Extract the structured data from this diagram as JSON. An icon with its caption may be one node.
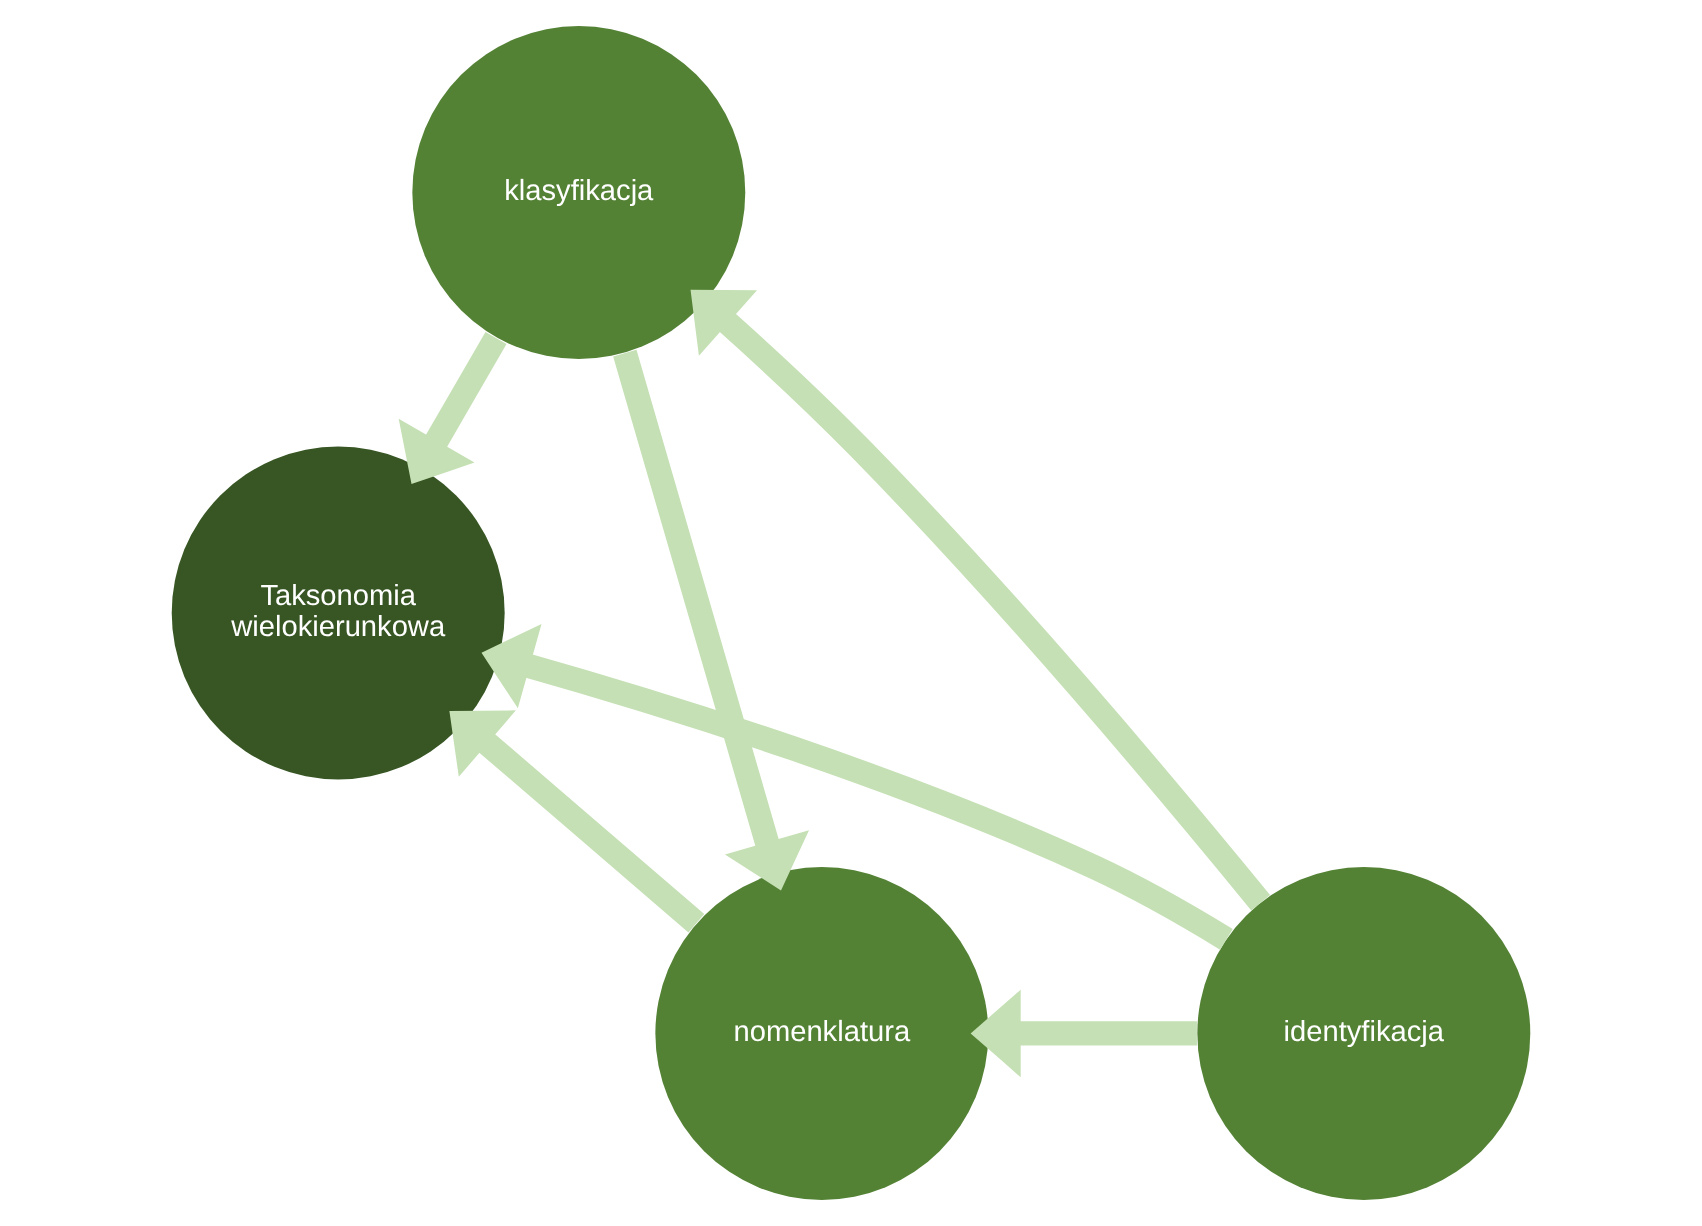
{
  "diagram": {
    "nodes": [
      {
        "text": [
          "klasyfikacja"
        ]
      },
      {
        "text": [
          "Taksonomia wielokierunkowa"
        ]
      },
      {
        "text": [
          "nomenklatura"
        ]
      },
      {
        "text": [
          "identyfikacja"
        ]
      }
    ],
    "edges": [
      {
        "from": 0,
        "to": 2,
        "arrow": "to"
      },
      {
        "from": 3,
        "to": 2,
        "arrow": "to"
      },
      {
        "from": 3,
        "to": 0,
        "arrow": "to"
      },
      {
        "from": 0,
        "to": 1,
        "arrow": "to"
      },
      {
        "from": 2,
        "to": 1,
        "arrow": "to"
      },
      {
        "from": 3,
        "to": 1,
        "arrow": "to"
      }
    ]
  }
}
